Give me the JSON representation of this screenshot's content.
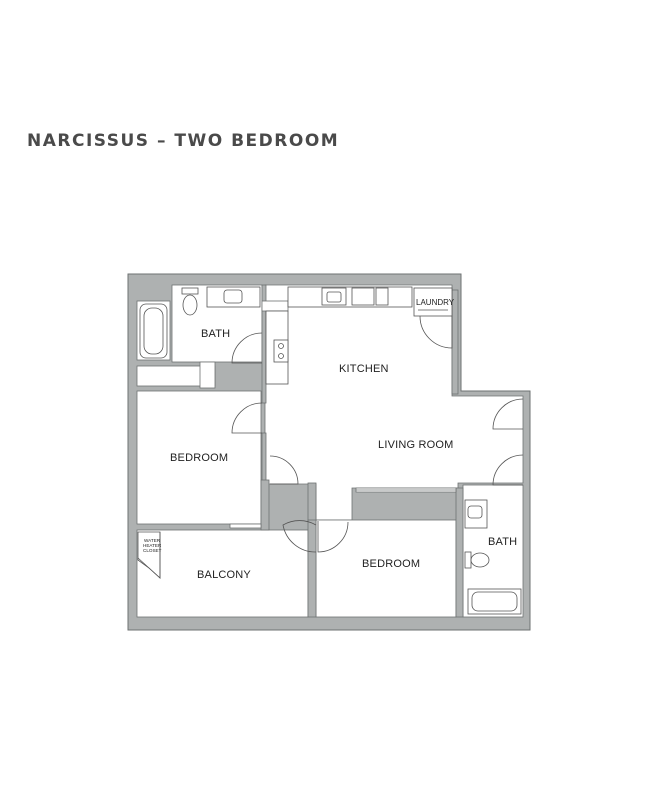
{
  "title": "NARCISSUS – TWO BEDROOM",
  "rooms": {
    "bath_top": "BATH",
    "kitchen": "KITCHEN",
    "laundry": "LAUNDRY",
    "living_room": "LIVING ROOM",
    "bedroom_left": "BEDROOM",
    "bedroom_bottom": "BEDROOM",
    "bath_right": "BATH",
    "balcony": "BALCONY",
    "water_heater_1": "WATER",
    "water_heater_2": "HEATER",
    "water_heater_3": "CLOSET"
  },
  "colors": {
    "wall": "#aeb1b1",
    "wall_edge": "#6e7272",
    "floor": "#ffffff",
    "fixture": "#555555",
    "title": "#4a4a4a"
  }
}
